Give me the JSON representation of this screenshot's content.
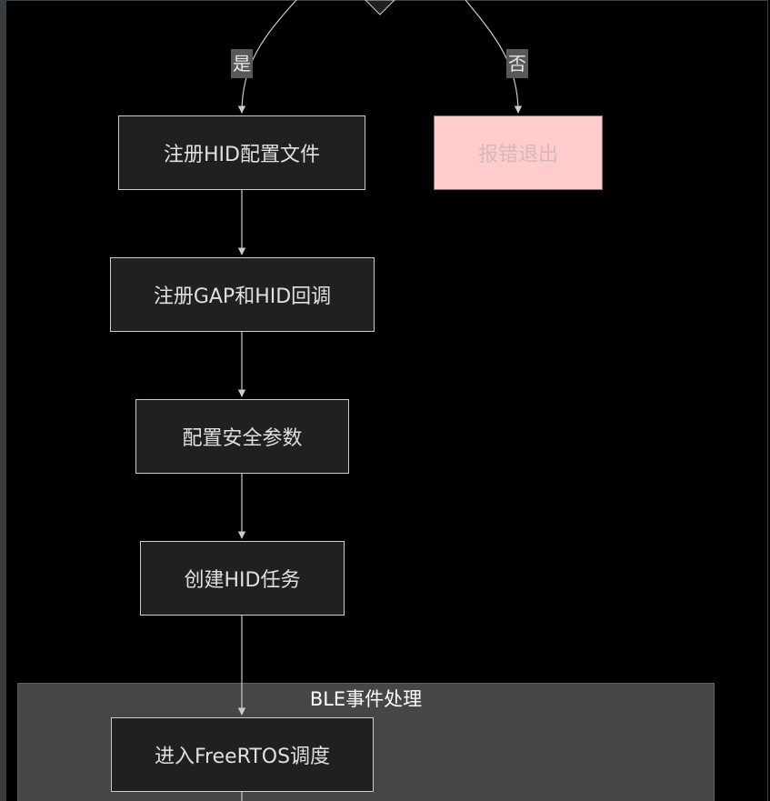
{
  "diagram": {
    "nodes": {
      "register_hid": "注册HID配置文件",
      "error_exit": "报错退出",
      "register_gap": "注册GAP和HID回调",
      "config_security": "配置安全参数",
      "create_task": "创建HID任务",
      "enter_scheduler": "进入FreeRTOS调度"
    },
    "edge_labels": {
      "yes": "是",
      "no": "否"
    },
    "cluster": {
      "title": "BLE事件处理"
    }
  },
  "colors": {
    "background": "#000000",
    "node_fill": "#1f2020",
    "node_border": "#cccccc",
    "error_fill": "#ffcccc",
    "cluster_fill": "#464646",
    "edge": "#cccccc"
  }
}
